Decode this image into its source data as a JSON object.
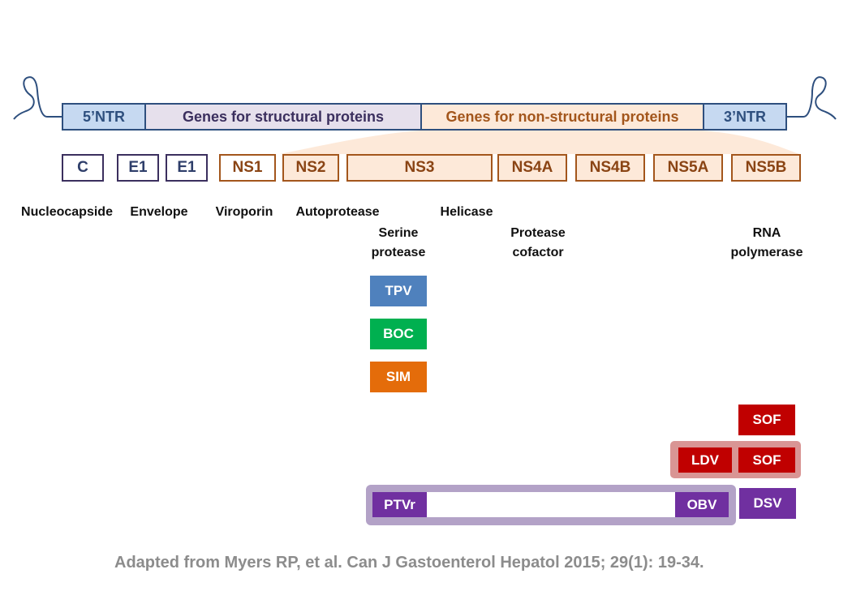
{
  "genome": {
    "utr5": "5’NTR",
    "structural": "Genes for structural proteins",
    "nonstructural": "Genes for non-structural proteins",
    "utr3": "3’NTR"
  },
  "proteins": [
    "C",
    "E1",
    "E1",
    "NS1",
    "NS2",
    "NS3",
    "NS4A",
    "NS4B",
    "NS5A",
    "NS5B"
  ],
  "functions": {
    "nucleocapside": "Nucleocapside",
    "envelope": "Envelope",
    "viroporin": "Viroporin",
    "autoprotease": "Autoprotease",
    "helicase": "Helicase",
    "serine_protease": [
      "Serine",
      "protease"
    ],
    "protease_cofactor": [
      "Protease",
      "cofactor"
    ],
    "rna_polymerase": [
      "RNA",
      "polymerase"
    ]
  },
  "drugs": {
    "tpv": "TPV",
    "boc": "BOC",
    "sim": "SIM",
    "sof": "SOF",
    "ldv": "LDV",
    "sof_combo": "SOF",
    "ptvr": "PTVr",
    "obv": "OBV",
    "dsv": "DSV"
  },
  "colors": {
    "tpv": "#4f81bd",
    "boc": "#00b050",
    "sim": "#e46c0a",
    "sof": "#c00000",
    "ldv_sof_frame": "#d99594",
    "abbvie": "#7030a0",
    "abbvie_frame": "#b3a2c7",
    "utr": "#c6d9f1",
    "structural": "#e6e0ec",
    "nonstructural": "#fde9d9"
  },
  "citation": "Adapted from Myers RP, et al. Can J Gastoenterol Hepatol 2015; 29(1): 19-34."
}
